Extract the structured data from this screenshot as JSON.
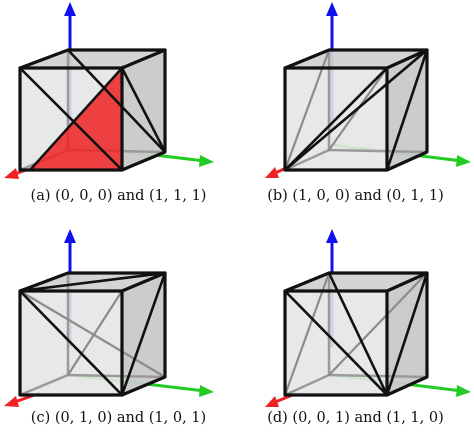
{
  "panels": [
    {
      "id": "a",
      "caption": "(a)  (0, 0, 0) and (1, 1, 1)"
    },
    {
      "id": "b",
      "caption": "(b)  (1, 0, 0) and (0, 1, 1)"
    },
    {
      "id": "c",
      "caption": "(c)  (0, 1, 0) and (1, 0, 1)"
    },
    {
      "id": "d",
      "caption": "(d)  (0, 0, 1) and (1, 1, 0)"
    }
  ],
  "colors": {
    "axis_z": "#1010ee",
    "axis_y": "#22cc22",
    "axis_x": "#ee2222",
    "highlight_triangle": "#ee2222"
  }
}
